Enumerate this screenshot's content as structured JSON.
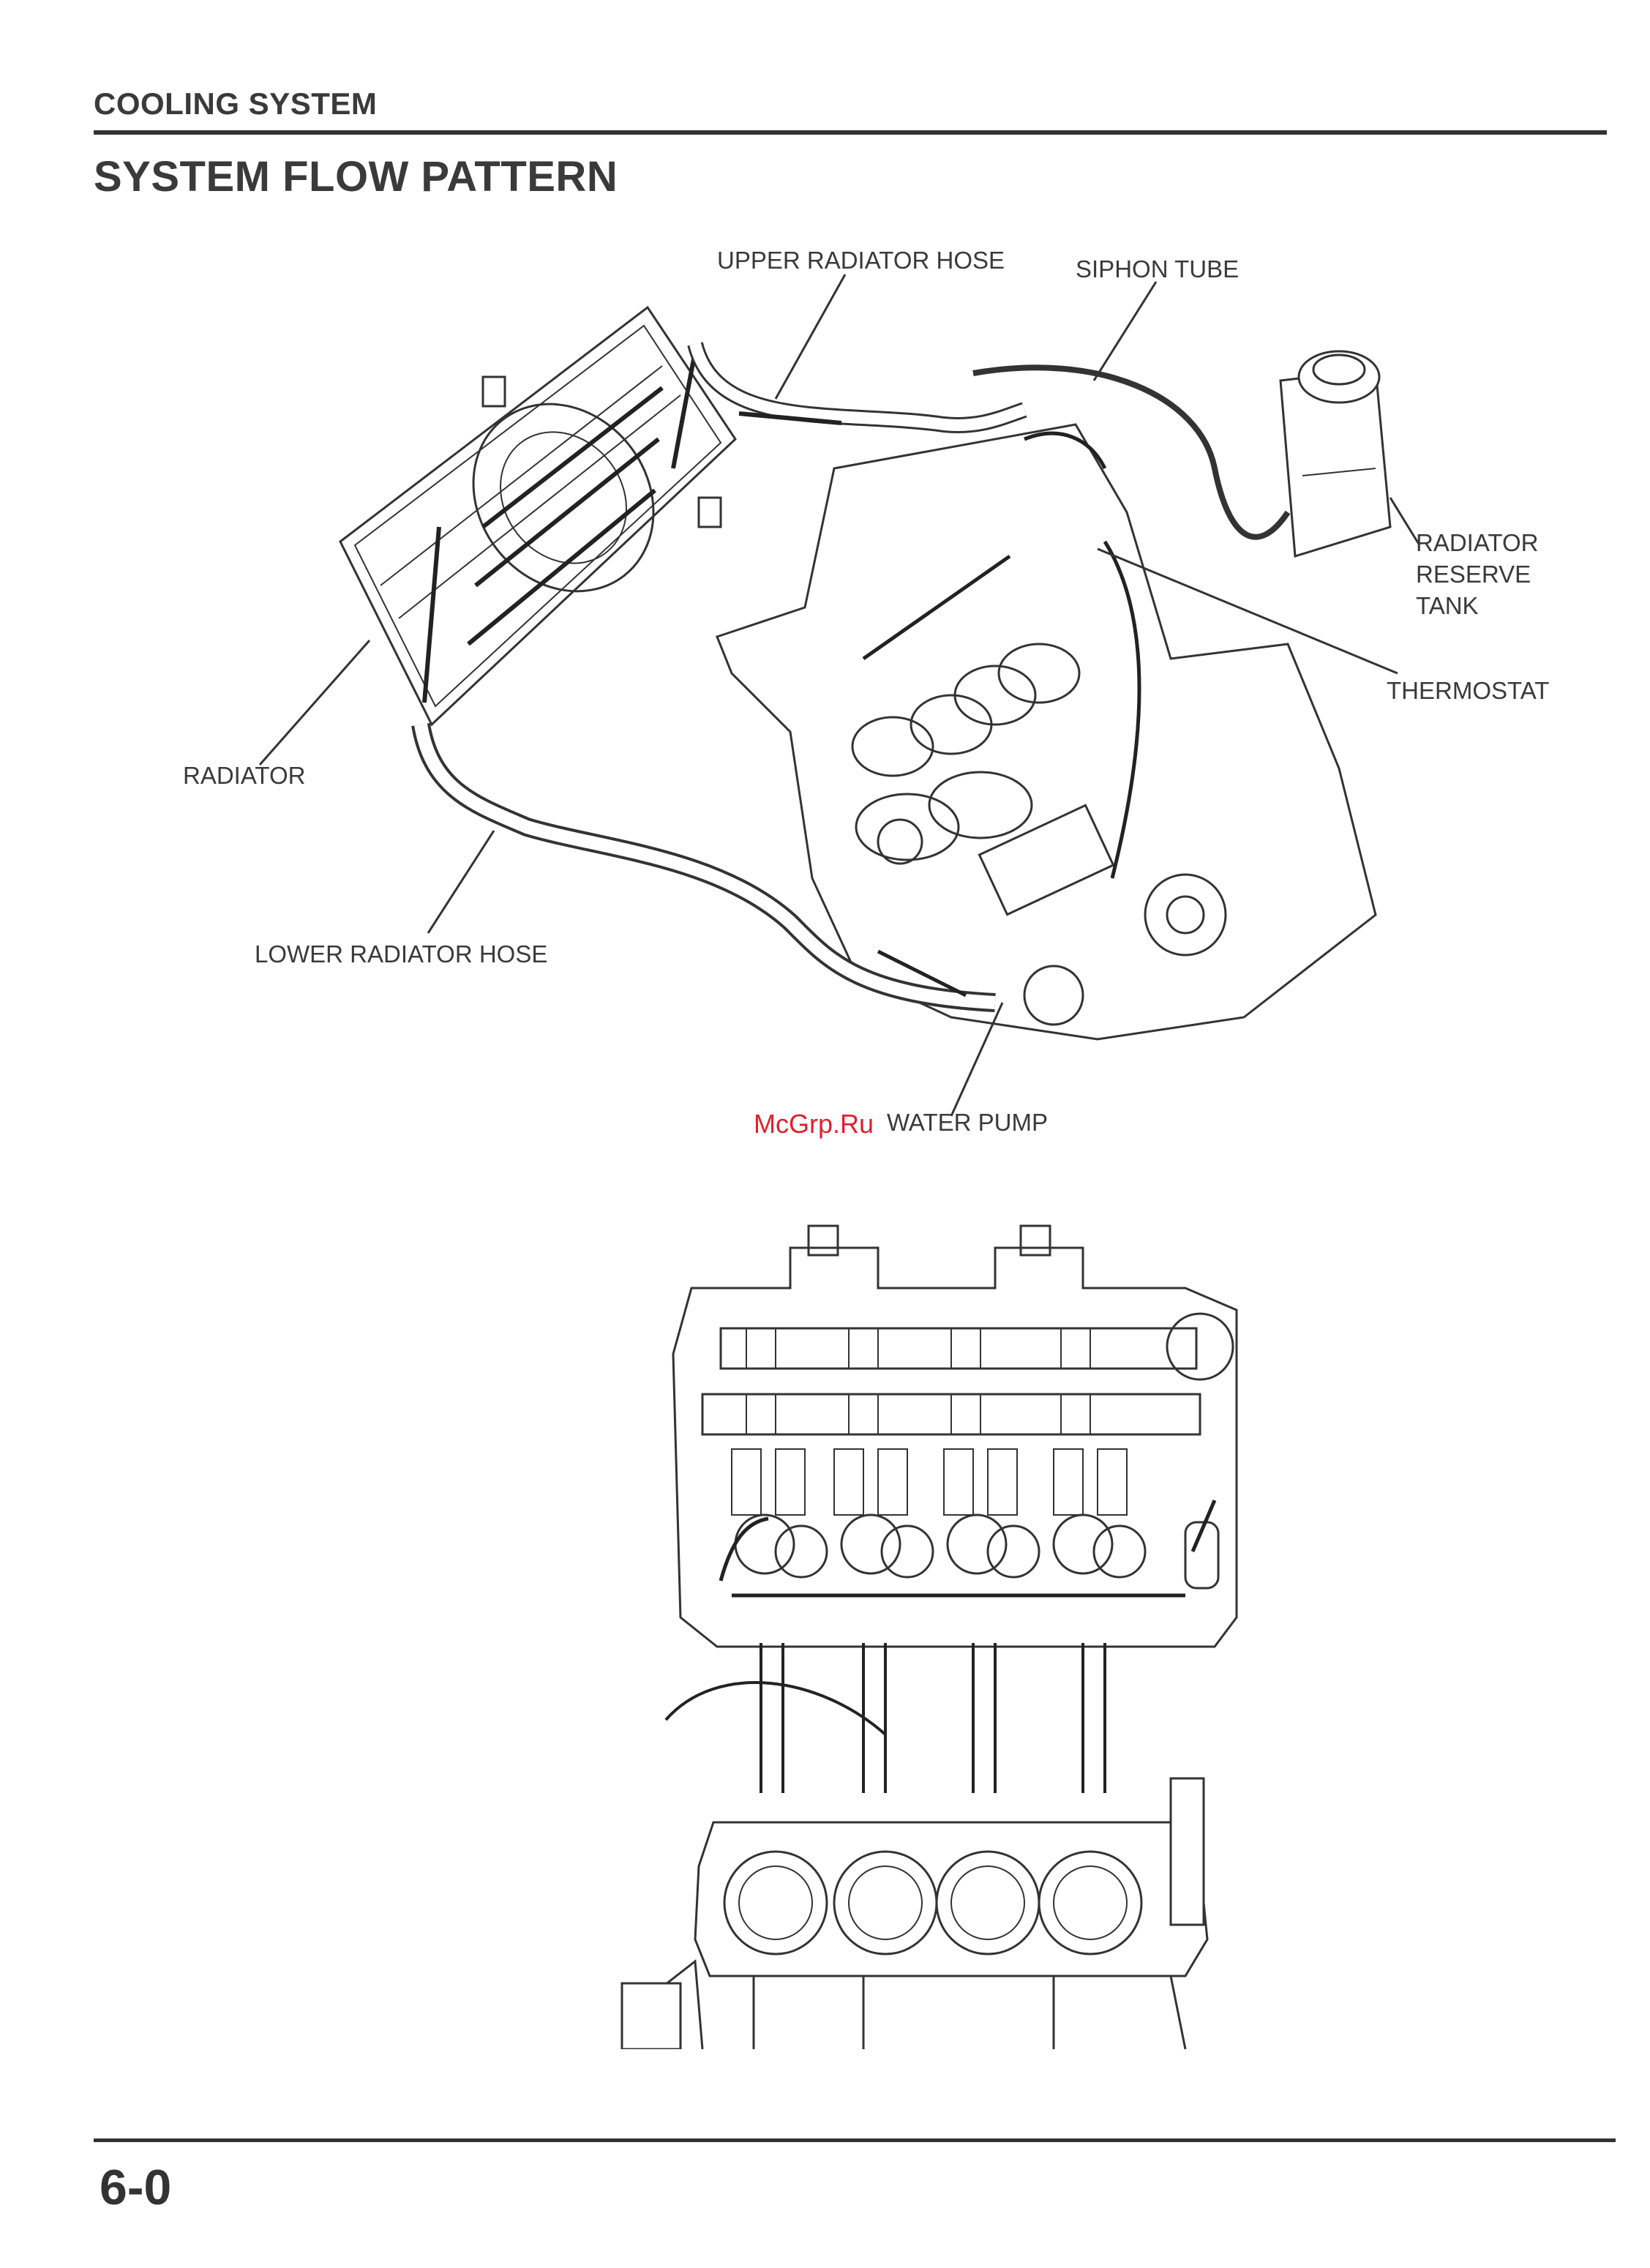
{
  "header": {
    "section": "COOLING SYSTEM",
    "title": "SYSTEM FLOW PATTERN"
  },
  "diagram1": {
    "labels": {
      "upper_radiator_hose": "UPPER RADIATOR HOSE",
      "siphon_tube": "SIPHON TUBE",
      "radiator_reserve_tank": [
        "RADIATOR",
        "RESERVE",
        "TANK"
      ],
      "thermostat": "THERMOSTAT",
      "radiator": "RADIATOR",
      "lower_radiator_hose": "LOWER RADIATOR HOSE",
      "water_pump": "WATER PUMP"
    }
  },
  "watermark": "McGrp.Ru",
  "footer": {
    "page_number": "6-0"
  }
}
